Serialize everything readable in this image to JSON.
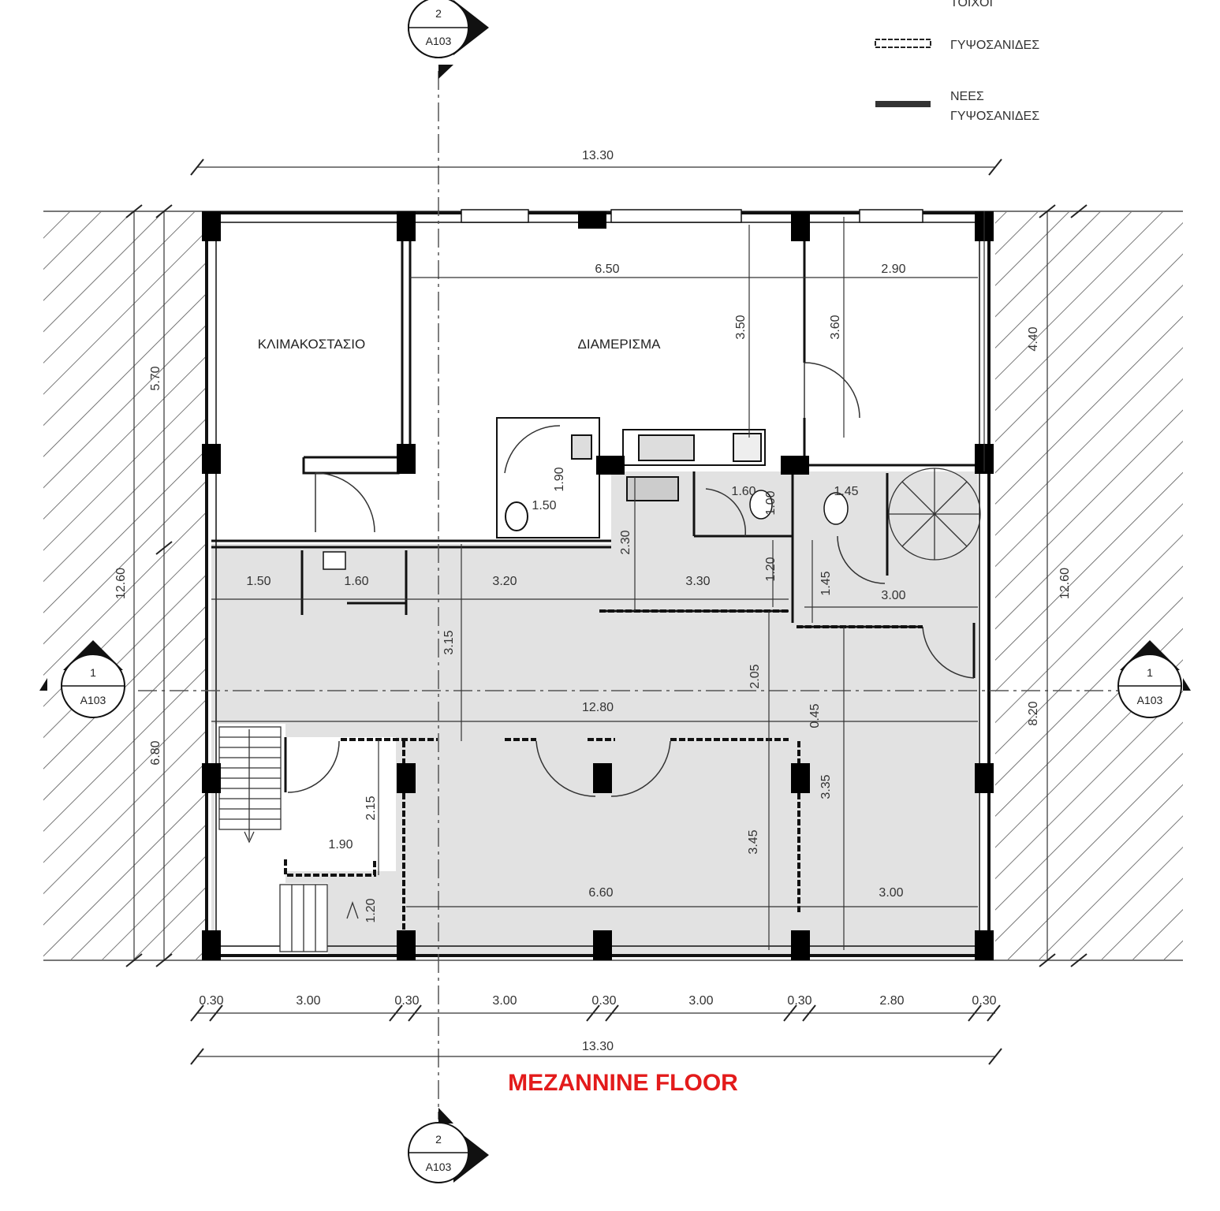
{
  "title": "MEZANNINE FLOOR",
  "legend": {
    "items": [
      {
        "label": "ΤΟΙΧΟΙ"
      },
      {
        "label": "ΓΥΨΟΣΑΝΙΔΕΣ"
      },
      {
        "label_line1": "ΝΕΕΣ",
        "label_line2": "ΓΥΨΟΣΑΝΙΔΕΣ"
      }
    ]
  },
  "rooms": {
    "stairwell": "ΚΛΙΜΑΚΟΣΤΑΣΙΟ",
    "apartment": "ΔΙΑΜΕΡΙΣΜΑ"
  },
  "section_markers": {
    "top": {
      "number": "2",
      "sheet": "A103"
    },
    "bottom": {
      "number": "2",
      "sheet": "A103"
    },
    "left": {
      "number": "1",
      "sheet": "A103"
    },
    "right": {
      "number": "1",
      "sheet": "A103"
    }
  },
  "dimensions": {
    "overall_top": "13.30",
    "overall_bottom": "13.30",
    "apt_width": "6.50",
    "right_room_width": "2.90",
    "h_350": "3.50",
    "h_360": "3.60",
    "h_440": "4.40",
    "h_570": "5.70",
    "h_1260_left": "12.60",
    "h_1260_right": "12.60",
    "h_680": "6.80",
    "h_820": "8.20",
    "wc_190": "1.90",
    "wc_150": "1.50",
    "d_160": "1.60",
    "d_100": "1.00",
    "d_145a": "1.45",
    "d_230": "2.30",
    "d_150": "1.50",
    "d_160b": "1.60",
    "d_320": "3.20",
    "d_330": "3.30",
    "d_120": "1.20",
    "d_145b": "1.45",
    "d_300a": "3.00",
    "d_315": "3.15",
    "d_205": "2.05",
    "d_1280": "12.80",
    "d_045": "0.45",
    "d_335": "3.35",
    "d_215": "2.15",
    "d_345": "3.45",
    "d_190": "1.90",
    "d_660": "6.60",
    "d_300b": "3.00",
    "d_120b": "1.20",
    "bottom_chain": [
      "0.30",
      "3.00",
      "0.30",
      "3.00",
      "0.30",
      "3.00",
      "0.30",
      "2.80",
      "0.30"
    ]
  }
}
